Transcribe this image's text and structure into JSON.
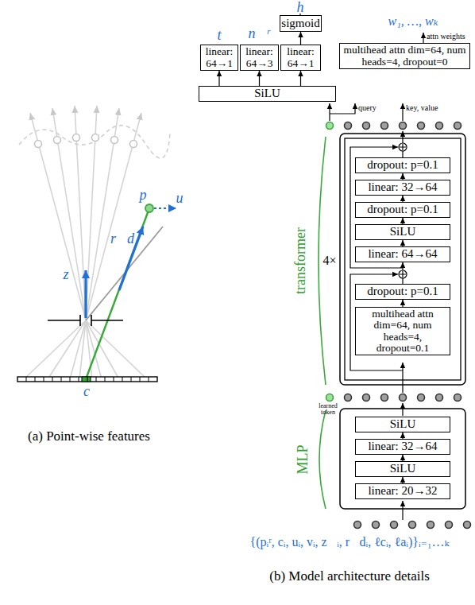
{
  "diagram": {
    "nodes": [
      {
        "text": [
          "linear: 64→1"
        ]
      },
      {
        "text": [
          "linear: 64→3"
        ]
      },
      {
        "text": [
          "sigmoid"
        ]
      },
      {
        "text": [
          "linear: 64→1"
        ]
      },
      {
        "text": [
          "multihead attn dim=64, num heads=4, dropout=0"
        ]
      },
      {
        "text": [
          "SiLU"
        ]
      },
      {
        "text": [
          "dropout: p=0.1"
        ]
      },
      {
        "text": [
          "linear: 32→64"
        ]
      },
      {
        "text": [
          "dropout: p=0.1"
        ]
      },
      {
        "text": [
          "SiLU"
        ]
      },
      {
        "text": [
          "linear: 64→64"
        ]
      },
      {
        "text": [
          "dropout: p=0.1"
        ]
      },
      {
        "text": [
          "multihead attn dim=64, num heads=4, dropout=0.1"
        ]
      },
      {
        "text": [
          "SiLU"
        ]
      },
      {
        "text": [
          "linear: 32→64"
        ]
      },
      {
        "text": [
          "SiLU"
        ]
      },
      {
        "text": [
          "linear: 20→32"
        ]
      }
    ],
    "edges": [
      {
        "from": 5,
        "to": 0,
        "arrow": "to"
      },
      {
        "from": 5,
        "to": 1,
        "arrow": "to"
      },
      {
        "from": 5,
        "to": 3,
        "arrow": "to"
      },
      {
        "from": 3,
        "to": 2,
        "arrow": "to"
      },
      {
        "from": 12,
        "to": 11,
        "arrow": "to"
      },
      {
        "from": 11,
        "to": 10,
        "arrow": "to"
      },
      {
        "from": 10,
        "to": 9,
        "arrow": "to"
      },
      {
        "from": 9,
        "to": 8,
        "arrow": "to"
      },
      {
        "from": 8,
        "to": 7,
        "arrow": "to"
      },
      {
        "from": 7,
        "to": 6,
        "arrow": "to"
      },
      {
        "from": 16,
        "to": 15,
        "arrow": "to"
      },
      {
        "from": 15,
        "to": 14,
        "arrow": "to"
      },
      {
        "from": 14,
        "to": 13,
        "arrow": "to"
      }
    ],
    "labels": [
      "h",
      "t",
      "n⃗ʳ",
      "w₁, …, wₖ",
      "attn weights",
      "query",
      "key, value",
      "transformer",
      "4×",
      "learned token",
      "MLP",
      "{(pᵢʳ, cᵢ, uᵢ, vᵢ, z⃗ᵢ, r⃗dᵢ, ℓcᵢ, ℓaᵢ)}ᵢ₌₁…ₖ",
      "(b) Model architecture details",
      "p",
      "u",
      "r⃗d",
      "z⃗",
      "c",
      "(a) Point-wise features"
    ]
  }
}
